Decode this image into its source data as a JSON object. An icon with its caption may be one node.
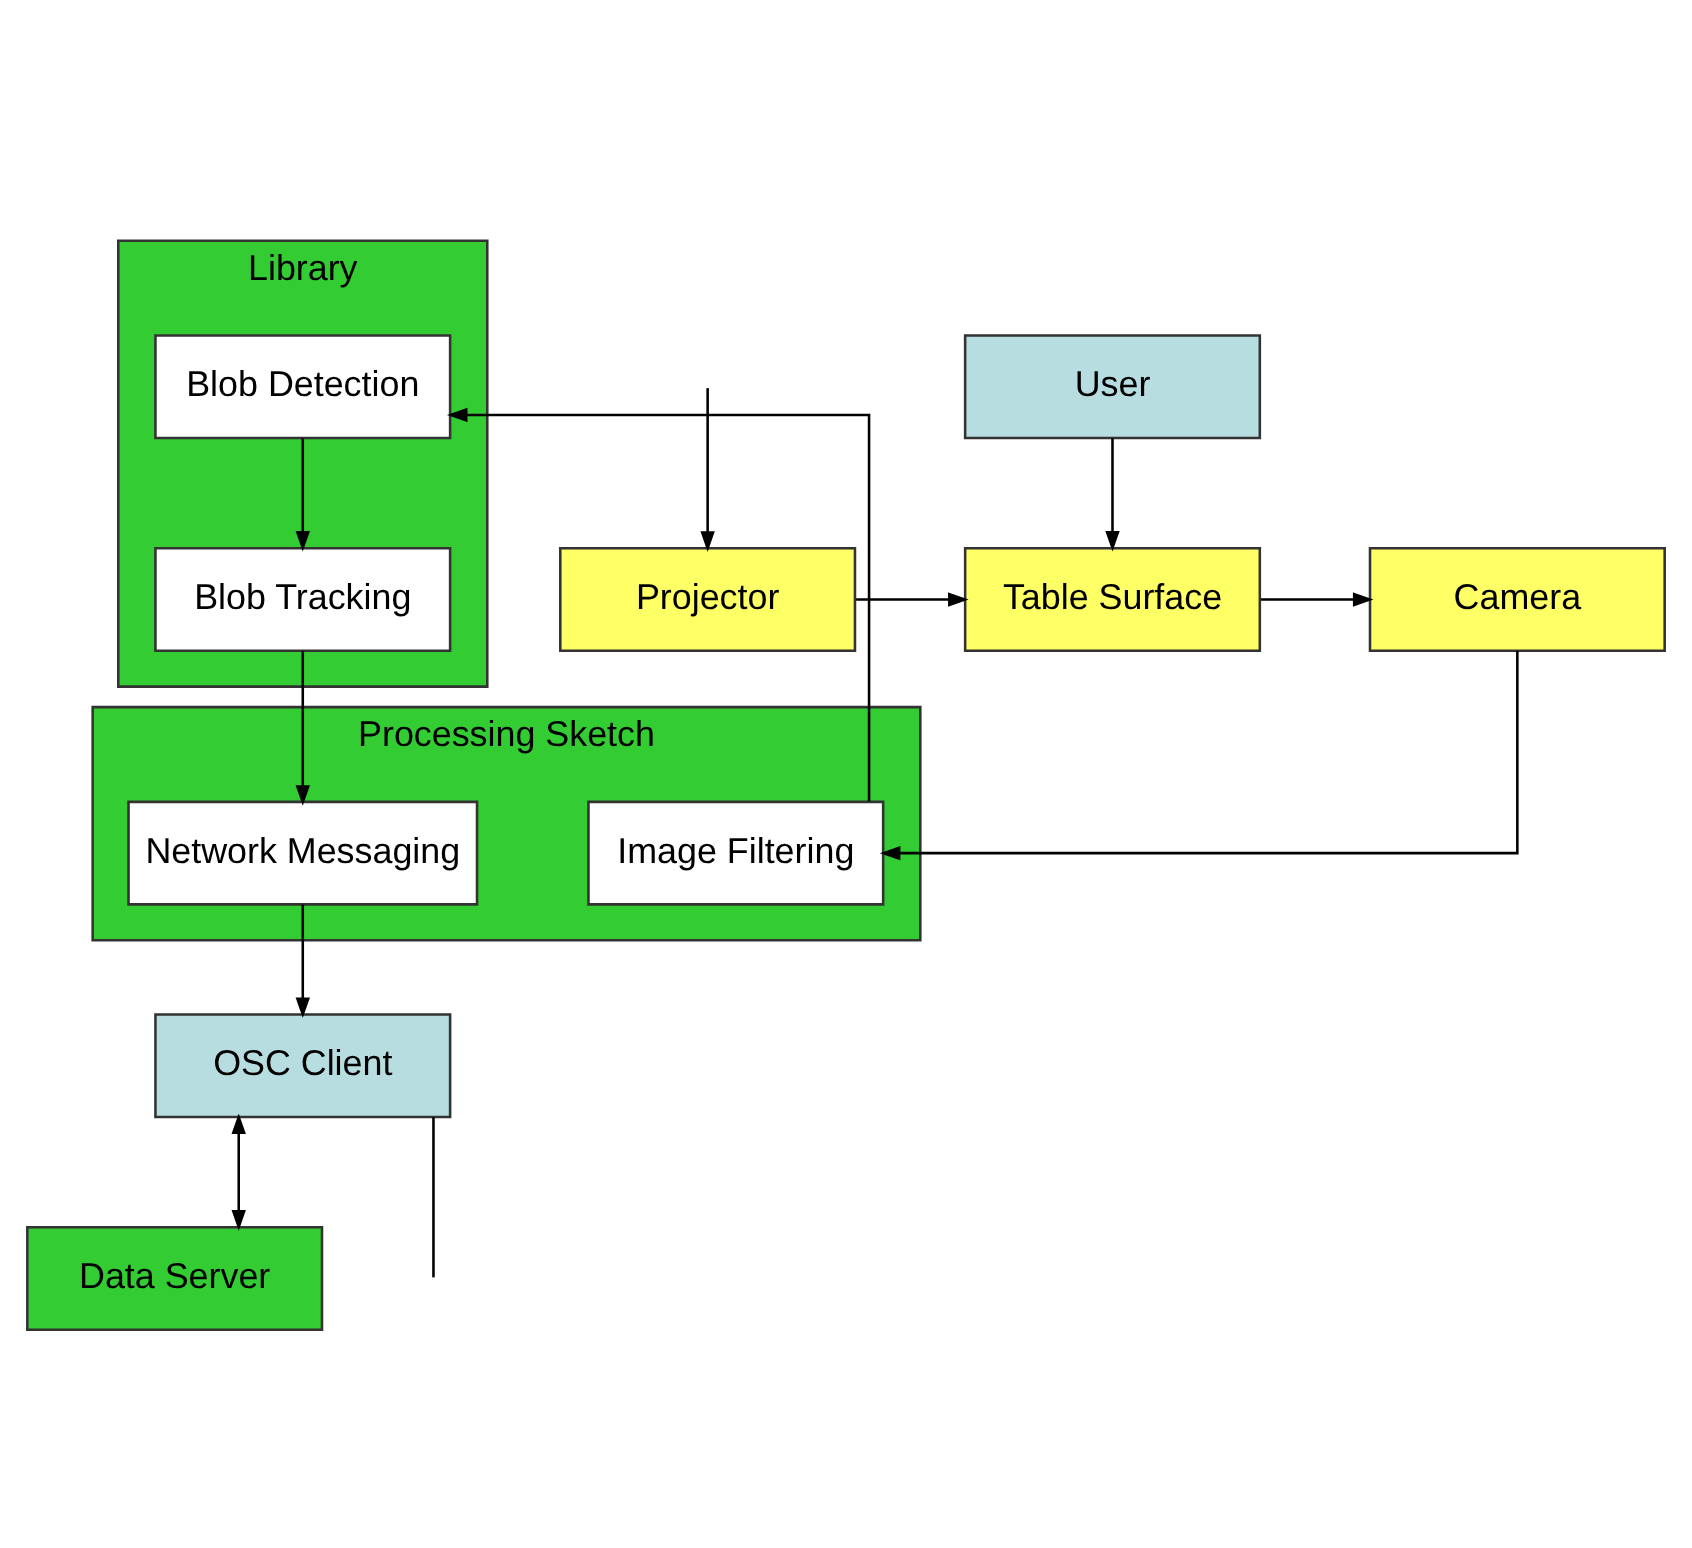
{
  "diagram": {
    "nodes": [
      {
        "text": [
          "User"
        ]
      },
      {
        "text": [
          "Camera"
        ]
      },
      {
        "text": [
          "Table Surface"
        ]
      },
      {
        "text": [
          "Projector"
        ]
      },
      {
        "text": [
          "Processing Sketch"
        ]
      },
      {
        "text": [
          "Image Filtering"
        ],
        "in": 4
      },
      {
        "text": [
          "Network Messaging"
        ],
        "in": 4
      },
      {
        "text": [
          "Library"
        ]
      },
      {
        "text": [
          "Blob Detection"
        ],
        "in": 7
      },
      {
        "text": [
          "Blob Tracking"
        ],
        "in": 7
      },
      {
        "text": [
          "OSC Client"
        ]
      },
      {
        "text": [
          "Data Server"
        ]
      }
    ],
    "edges": [
      {
        "from": 0,
        "to": 2,
        "arrow": "to"
      },
      {
        "from": 2,
        "to": 1,
        "arrow": "to"
      },
      {
        "from": 3,
        "to": 2,
        "arrow": "to"
      },
      {
        "from": 1,
        "to": 5,
        "arrow": "to"
      },
      {
        "from": 5,
        "to": 8,
        "arrow": "to"
      },
      {
        "from": 8,
        "to": 9,
        "arrow": "to"
      },
      {
        "from": 9,
        "to": 6,
        "arrow": "to"
      },
      {
        "from": 6,
        "to": 10,
        "arrow": "to"
      },
      {
        "from": 10,
        "to": 11,
        "arrow": "both"
      },
      {
        "from": 10,
        "to": null,
        "arrow": "none"
      },
      {
        "from": null,
        "to": 3,
        "arrow": "to"
      }
    ]
  }
}
